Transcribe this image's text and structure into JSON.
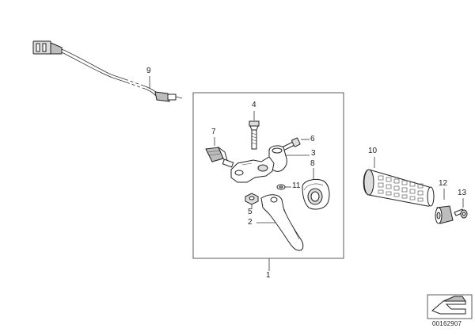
{
  "diagram": {
    "callouts": [
      {
        "id": "1",
        "label": "1"
      },
      {
        "id": "2",
        "label": "2"
      },
      {
        "id": "3",
        "label": "3"
      },
      {
        "id": "4",
        "label": "4"
      },
      {
        "id": "5",
        "label": "5"
      },
      {
        "id": "6",
        "label": "6"
      },
      {
        "id": "7",
        "label": "7"
      },
      {
        "id": "8",
        "label": "8"
      },
      {
        "id": "9",
        "label": "9"
      },
      {
        "id": "10",
        "label": "10"
      },
      {
        "id": "11",
        "label": "11"
      },
      {
        "id": "12",
        "label": "12"
      },
      {
        "id": "13",
        "label": "13"
      }
    ],
    "document_number": "00162907"
  }
}
